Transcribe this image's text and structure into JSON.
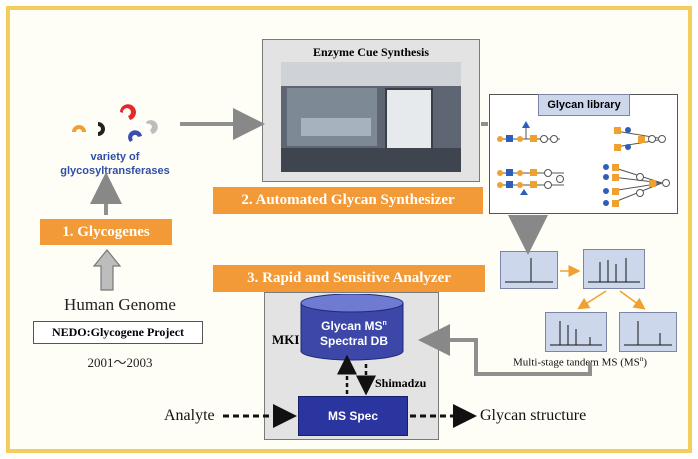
{
  "glycogenes": {
    "enzyme_caption_line1": "variety of",
    "enzyme_caption_line2": "glycosyltransferases",
    "label": "1. Glycogenes",
    "genome": "Human Genome",
    "project": "NEDO:Glycogene Project",
    "years": "2001〜2003"
  },
  "synthesizer": {
    "photo_title": "Enzyme Cue Synthesis",
    "label": "2. Automated Glycan Synthesizer"
  },
  "library": {
    "title": "Glycan library"
  },
  "analyzer": {
    "label": "3. Rapid and Sensitive Analyzer",
    "mki": "MKI",
    "db_line1": "Glycan MS",
    "db_sup": "n",
    "db_line2": "Spectral DB",
    "shimadzu": "Shimadzu",
    "ms_spec": "MS Spec",
    "analyte": "Analyte",
    "result": "Glycan structure",
    "tandem_caption": "Multi-stage tandem MS (MS",
    "tandem_sup": "n",
    "tandem_close": ")"
  },
  "colors": {
    "frame": "#f4ce5c",
    "label_bg": "#f29a38",
    "db_blue": "#3c47a8",
    "ms_blue": "#2b35a0",
    "caption_blue": "#2f4fa6",
    "glycan_orange": "#f0a030",
    "glycan_blue": "#2c5fb8"
  }
}
